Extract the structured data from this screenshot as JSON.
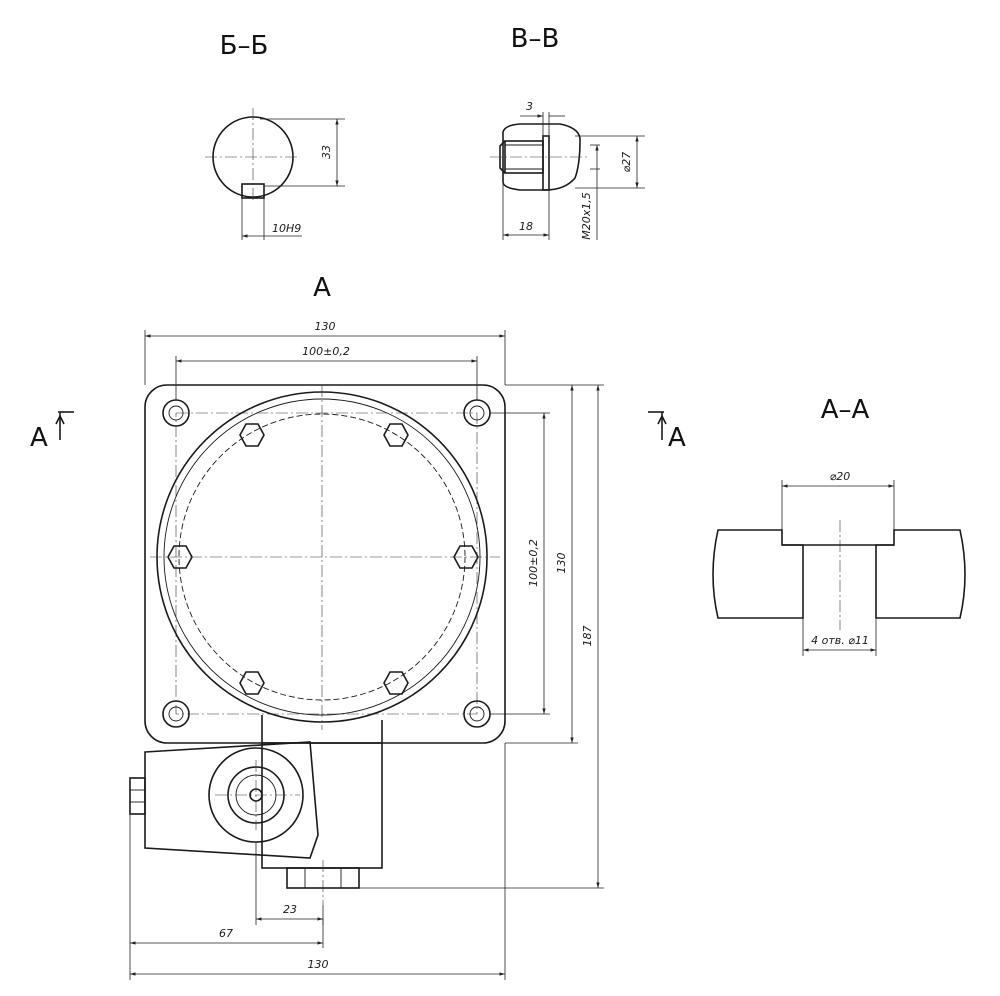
{
  "views": {
    "section_bb": {
      "title": "Б–Б",
      "dim_height": "33",
      "dim_key": "10H9"
    },
    "section_vv": {
      "title": "В–В",
      "dim_top": "3",
      "dim_diameter": "⌀27",
      "dim_length": "18",
      "dim_thread": "M20x1,5"
    },
    "view_a": {
      "title": "A",
      "dim_width_top": "130",
      "dim_holes_x": "100±0,2",
      "dim_holes_y": "100±0,2",
      "dim_height_flange": "130",
      "dim_height_total": "187",
      "dim_23": "23",
      "dim_67": "67",
      "dim_width_bottom": "130"
    },
    "section_aa": {
      "title": "А–А",
      "dim_counterbore": "⌀20",
      "dim_holes": "4 отв. ⌀11"
    },
    "section_markers": {
      "left": "A",
      "right": "A"
    }
  }
}
